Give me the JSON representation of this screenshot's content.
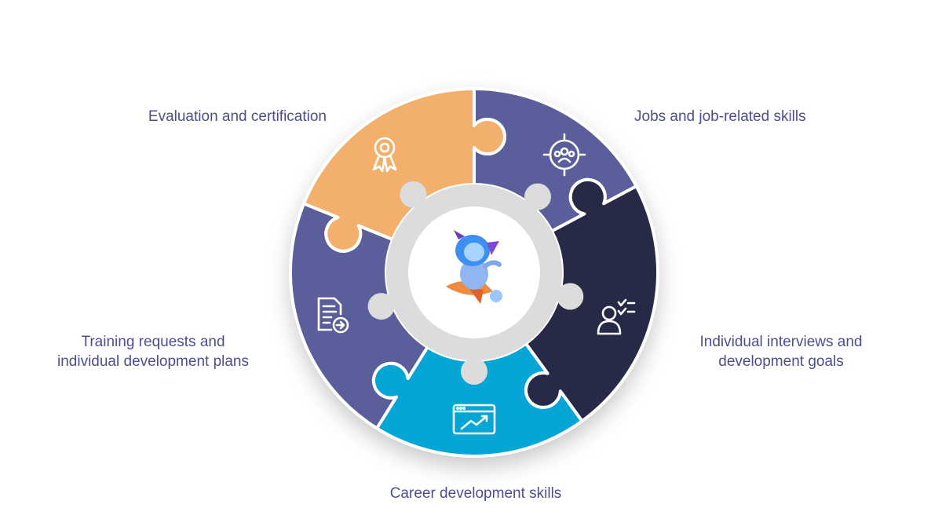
{
  "segments": [
    {
      "id": "jobs",
      "color": "#5a5e9b",
      "icon": "target-people-icon",
      "label_lines": [
        "Jobs and job-related skills"
      ]
    },
    {
      "id": "interviews",
      "color": "#272a47",
      "icon": "person-checklist-icon",
      "label_lines": [
        "Individual interviews and",
        "development goals"
      ]
    },
    {
      "id": "career",
      "color": "#05a6d6",
      "icon": "growth-chart-window-icon",
      "label_lines": [
        "Career development skills"
      ]
    },
    {
      "id": "training",
      "color": "#5a5e9b",
      "icon": "document-arrow-icon",
      "label_lines": [
        "Training requests and",
        "individual development plans"
      ]
    },
    {
      "id": "evaluation",
      "color": "#f3b06c",
      "icon": "award-ribbon-icon",
      "label_lines": [
        "Evaluation and certification"
      ]
    }
  ],
  "hub": {
    "ring_color": "#dcdcdc",
    "inner_color": "#ffffff",
    "mascot_icon": "robot-mascot-on-rocket-icon"
  }
}
